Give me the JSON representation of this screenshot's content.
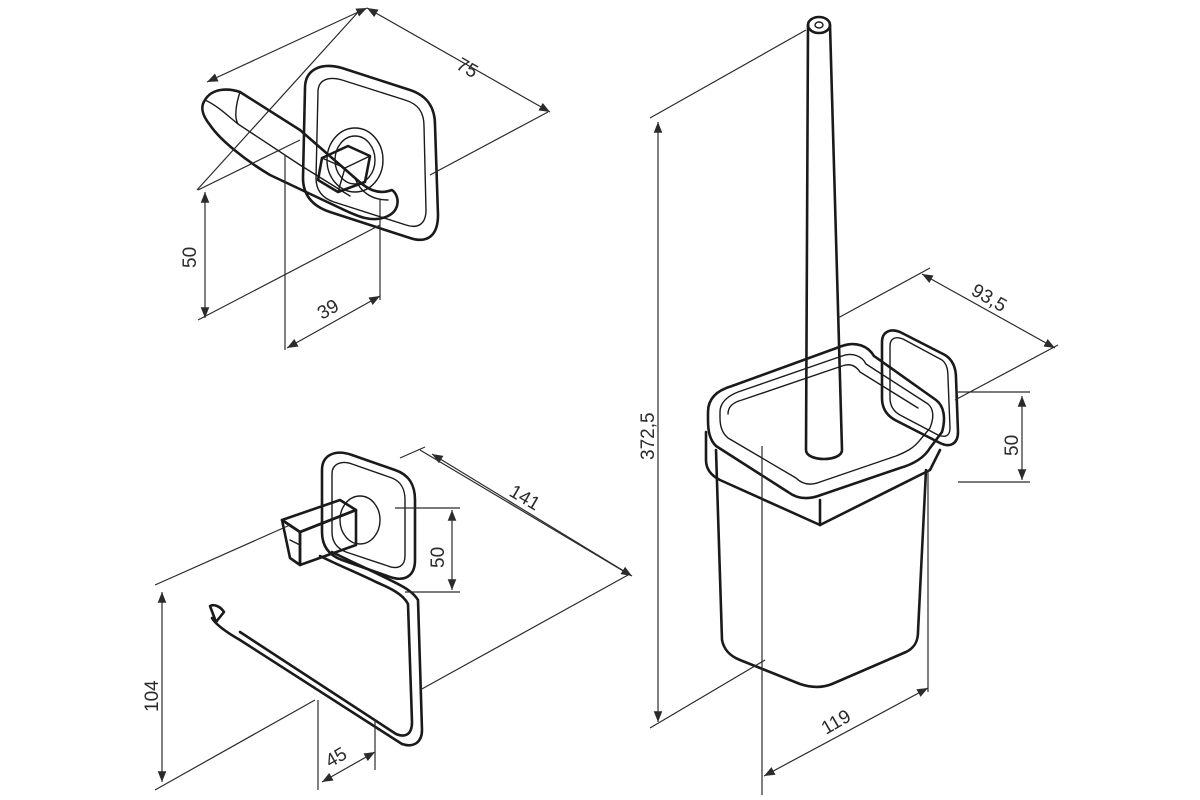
{
  "dimensions": {
    "hook_width": "75",
    "hook_height": "50",
    "hook_depth": "39",
    "paper_holder_length": "141",
    "paper_holder_plate": "50",
    "paper_holder_height": "104",
    "paper_holder_depth": "45",
    "brush_total_height": "372,5",
    "brush_wall_depth": "93,5",
    "brush_plate_height": "50",
    "brush_cup_width": "119"
  }
}
